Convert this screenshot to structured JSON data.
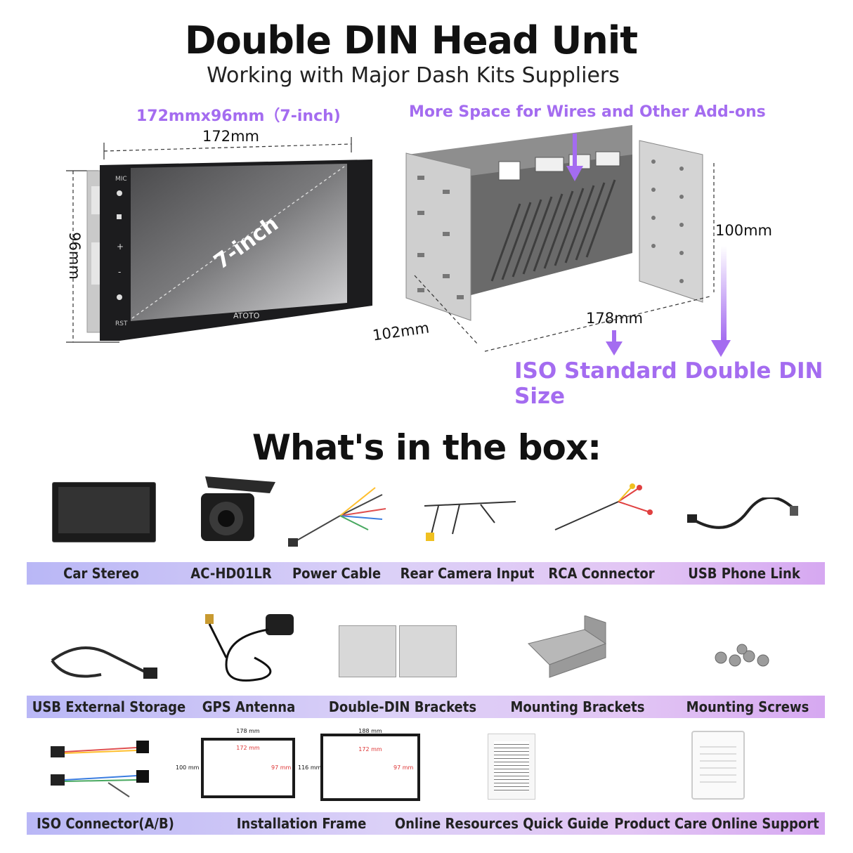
{
  "header": {
    "title": "Double DIN Head Unit",
    "subtitle": "Working with Major Dash Kits Suppliers"
  },
  "left_diagram": {
    "caption": "172mmx96mm（7-inch)",
    "width_label": "172mm",
    "height_label": "96mm",
    "diagonal_label": "7-inch",
    "brand_label": "ATOTO",
    "button_labels": [
      "MIC",
      "RST"
    ]
  },
  "right_diagram": {
    "caption": "More Space for Wires and Other Add-ons",
    "height_label": "100mm",
    "depth_label": "102mm",
    "width_label": "178mm",
    "footer": "ISO Standard Double DIN Size"
  },
  "box_section": {
    "title": "What's in the box:",
    "row1": [
      "Car Stereo",
      "AC-HD01LR",
      "Power Cable",
      "Rear Camera Input",
      "RCA Connector",
      "USB Phone Link"
    ],
    "row2": [
      "USB External Storage",
      "GPS Antenna",
      "Double-DIN Brackets",
      "Mounting Brackets",
      "Mounting Screws"
    ],
    "row3": [
      "ISO Connector(A/B)",
      "Installation Frame",
      "Online Resources Quick Guide",
      "Product Care Online Support"
    ]
  },
  "install_frames": [
    {
      "outer_w": "178 mm",
      "inner_w": "172 mm",
      "outer_h": "100 mm",
      "inner_h": "97 mm"
    },
    {
      "outer_w": "188 mm",
      "inner_w": "172 mm",
      "outer_h": "116 mm",
      "inner_h": "97 mm"
    }
  ],
  "colors": {
    "accent": "#a46cf0",
    "band_start": "#b9b7f6",
    "band_end": "#d6a8f1"
  }
}
